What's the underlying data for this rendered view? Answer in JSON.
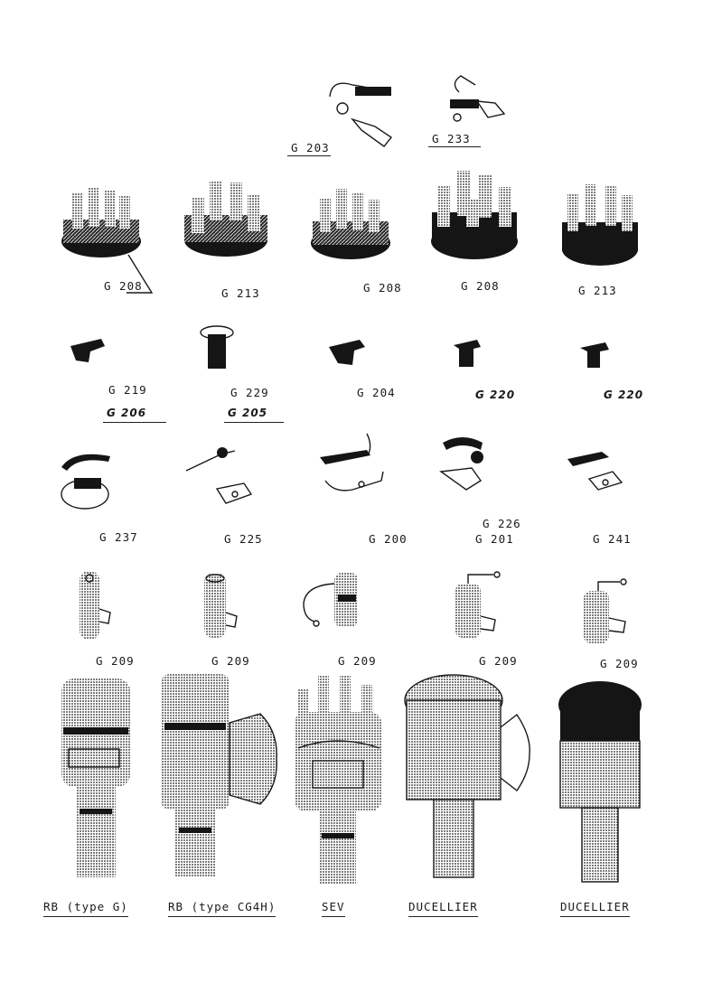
{
  "labels": {
    "g203": "G 203",
    "g233": "G 233",
    "cap1": "G 208",
    "cap2": "G 213",
    "cap3": "G 208",
    "cap4": "G 208",
    "cap5": "G 213",
    "rot1a": "G 219",
    "rot1b": "G 206",
    "rot2a": "G 229",
    "rot2b": "G 205",
    "rot3": "G 204",
    "rot4": "G 220",
    "rot5": "G 220",
    "pt1": "G 237",
    "pt2": "G 225",
    "pt3": "G 200",
    "pt4a": "G 226",
    "pt4b": "G 201",
    "pt5": "G 241",
    "cond1": "G 209",
    "cond2": "G 209",
    "cond3": "G 209",
    "cond4": "G 209",
    "cond5": "G 209"
  },
  "distributors": [
    "RB (type G)",
    "RB (type CG4H)",
    "SEV",
    "DUCELLIER",
    "DUCELLIER"
  ]
}
